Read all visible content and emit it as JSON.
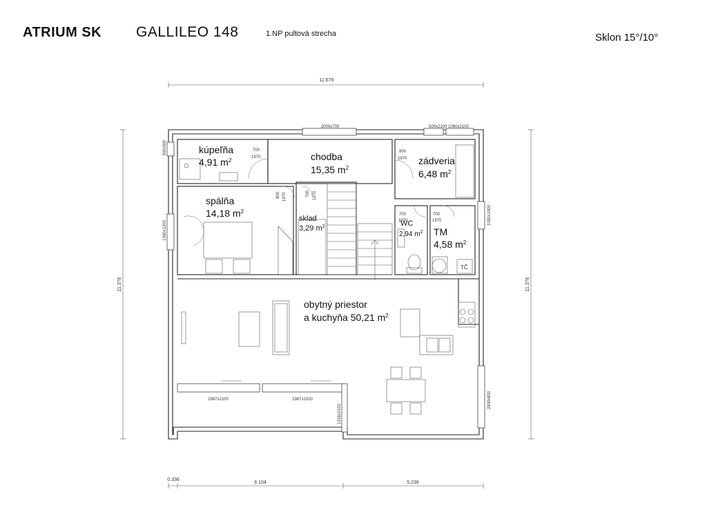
{
  "header": {
    "brand": "ATRIUM SK",
    "model": "GALLILEO 148",
    "subtitle": "1.NP pultová strecha",
    "roof_pitch": "Sklon 15°/10°"
  },
  "dimensions": {
    "top_total": "11.676",
    "bottom_left": "0.336",
    "bottom_mid": "6.104",
    "bottom_right": "5.236",
    "left_total": "11.376",
    "right_total": "11.376"
  },
  "openings": {
    "top_window": "2000x700",
    "top_right_windows": "500x2100 1060x2100",
    "left_bath_window": "500x500",
    "left_bedroom_window": "1350x1200",
    "right_tm_window": "1000x1000",
    "right_living_window": "2500x800",
    "terrace_door_1": "2987x2100",
    "terrace_door_2": "2987x2100",
    "corner_window": "1316x2100"
  },
  "doors": {
    "bath_w": "700",
    "bath_h": "1970",
    "hall_w": "800",
    "hall_h": "1970",
    "bed_w": "800",
    "bed_h": "1970",
    "sklad_w": "700",
    "sklad_h": "1970",
    "wc_w": "700",
    "wc_h": "1970",
    "tm_w": "700",
    "tm_h": "1970"
  },
  "rooms": {
    "kupelna": {
      "name": "kúpeľňa",
      "area": "4,91 m",
      "sup": "2"
    },
    "chodba": {
      "name": "chodba",
      "area": "15,35 m",
      "sup": "2"
    },
    "zadveria": {
      "name": "zádveria",
      "area": "6,48 m",
      "sup": "2"
    },
    "spalna": {
      "name": "spálňa",
      "area": "14,18 m",
      "sup": "2"
    },
    "sklad": {
      "name": "sklad",
      "area": "3,29 m",
      "sup": "2"
    },
    "wc": {
      "name": "WC",
      "area": "2,94 m",
      "sup": "2"
    },
    "tm": {
      "name": "TM",
      "area": "4,58 m",
      "sup": "2"
    },
    "living": {
      "name_line1": "obytný priestor",
      "name_line2": "a kuchyňa 50,21 m",
      "sup": "2"
    }
  },
  "fixtures": {
    "tc_label": "TČ"
  }
}
